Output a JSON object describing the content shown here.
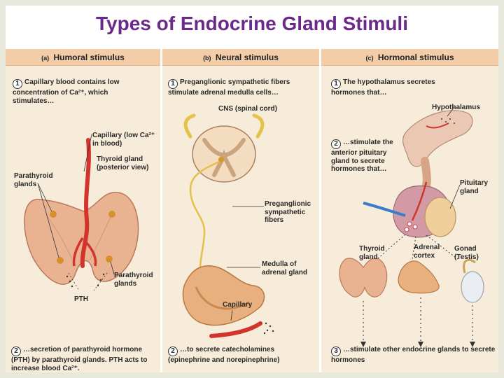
{
  "slide_title": "Types of Endocrine Gland Stimuli",
  "panels": [
    {
      "tag": "(a)",
      "heading": "Humoral stimulus",
      "step1_num": "1",
      "step1": "Capillary blood contains low concentration of Ca²⁺, which stimulates…",
      "labels": {
        "capillary": "Capillary (low Ca²⁺ in blood)",
        "thyroid": "Thyroid gland (posterior view)",
        "parathyroid_left": "Parathyroid glands",
        "parathyroid_right": "Parathyroid glands",
        "pth": "PTH"
      },
      "step2_num": "2",
      "step2": "…secretion of parathyroid hormone (PTH) by parathyroid glands. PTH acts to increase blood Ca²⁺."
    },
    {
      "tag": "(b)",
      "heading": "Neural stimulus",
      "step1_num": "1",
      "step1": "Preganglionic sympathetic fibers stimulate adrenal medulla cells…",
      "labels": {
        "cns": "CNS (spinal cord)",
        "fibers": "Preganglionic sympathetic fibers",
        "medulla": "Medulla of adrenal gland",
        "capillary": "Capillary"
      },
      "step2_num": "2",
      "step2": "…to secrete catecholamines (epinephrine and norepinephrine)"
    },
    {
      "tag": "(c)",
      "heading": "Hormonal stimulus",
      "step1_num": "1",
      "step1": "The hypothalamus secretes hormones that…",
      "labels": {
        "hypothalamus": "Hypothalamus",
        "pituitary": "Pituitary gland",
        "thyroid": "Thyroid gland",
        "adrenal": "Adrenal cortex",
        "gonad": "Gonad (Testis)"
      },
      "step2_num": "2",
      "step2": "…stimulate the anterior pituitary gland to secrete hormones that…",
      "step3_num": "3",
      "step3": "…stimulate other endocrine glands to secrete hormones"
    }
  ]
}
